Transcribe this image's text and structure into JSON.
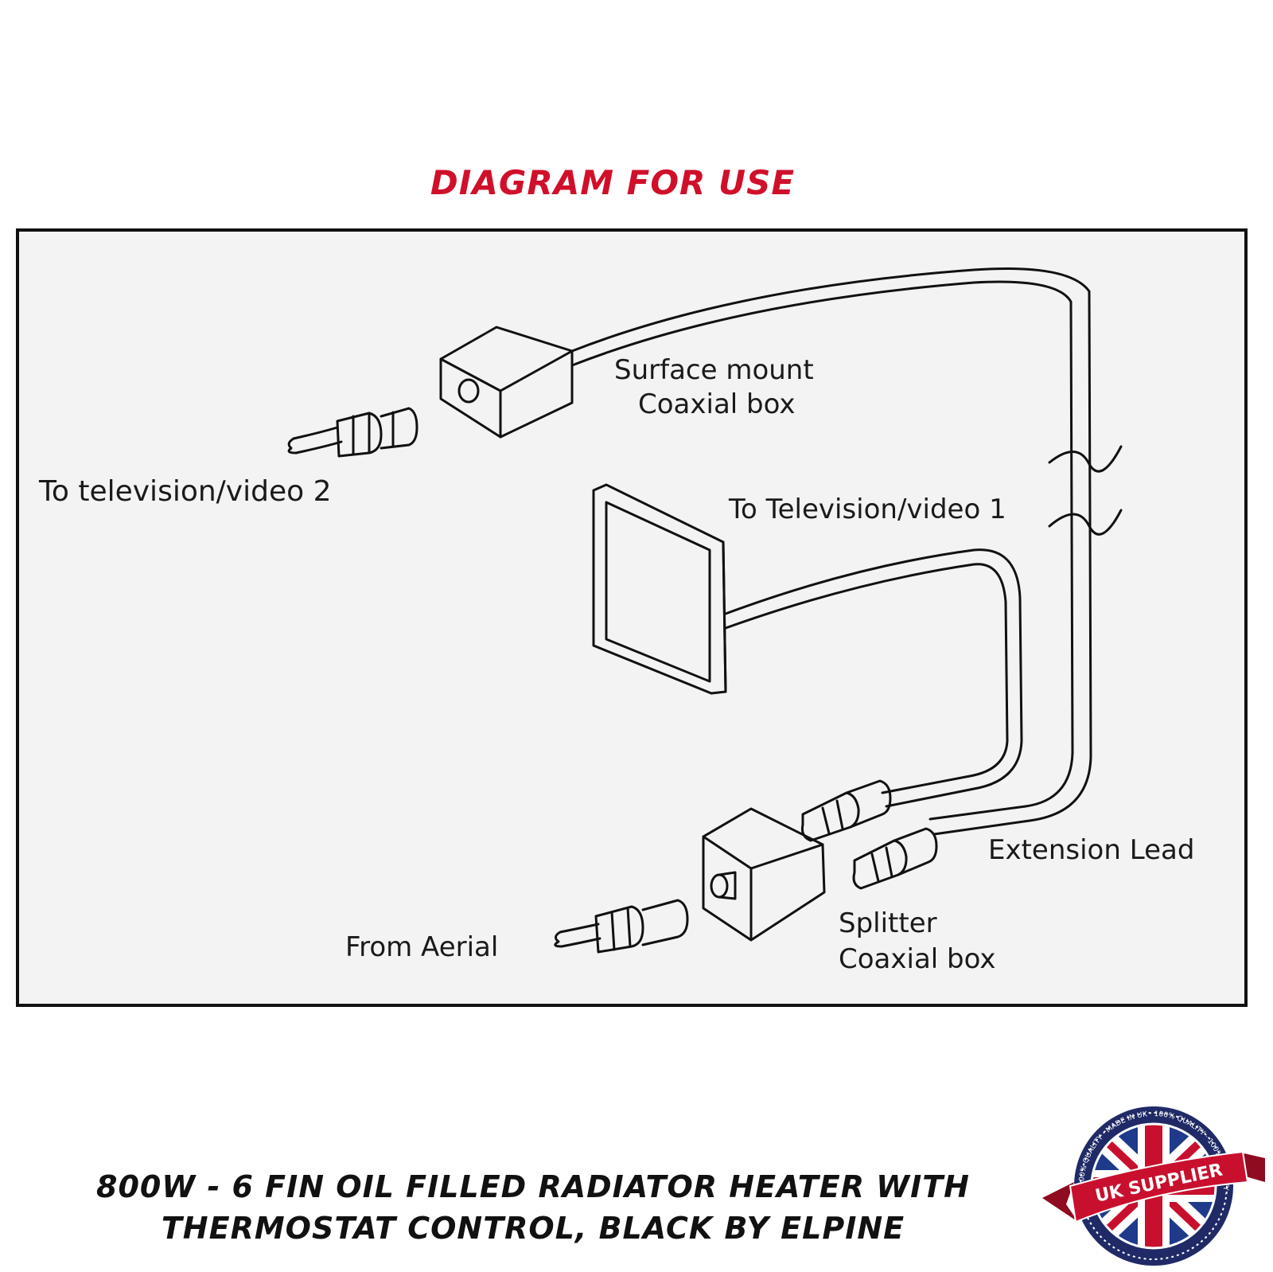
{
  "header": {
    "title": "DIAGRAM FOR USE"
  },
  "diagram": {
    "labels": {
      "surface_mount_line1": "Surface mount",
      "surface_mount_line2": "Coaxial box",
      "to_tv2": "To television/video 2",
      "to_tv1": "To Television/video 1",
      "extension_lead": "Extension Lead",
      "from_aerial": "From Aerial",
      "splitter_line1": "Splitter",
      "splitter_line2": "Coaxial box"
    }
  },
  "footer": {
    "product_line1": "800W - 6 FIN OIL FILLED RADIATOR HEATER WITH",
    "product_line2": "THERMOSTAT CONTROL, BLACK BY ELPINE"
  },
  "badge": {
    "text": "UK SUPPLIER",
    "ring_text": "100% QUALITY · MADE IN UK · 100% QUALITY · 100% QUALITY ·"
  },
  "colors": {
    "title_red": "#d0102a",
    "text_dark": "#111111",
    "badge_navy": "#1f2a66",
    "badge_red": "#c8102e"
  }
}
